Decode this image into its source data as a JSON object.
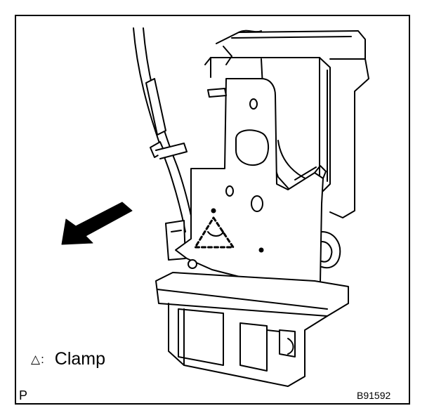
{
  "legend": {
    "symbol": "△:",
    "label": "Clamp"
  },
  "corner_mark": "P",
  "figure_code": "B91592",
  "colors": {
    "ink": "#000000",
    "paper": "#ffffff"
  },
  "icons": {
    "direction": "arrow-down-left-icon",
    "clamp": "dashed-triangle-icon"
  }
}
